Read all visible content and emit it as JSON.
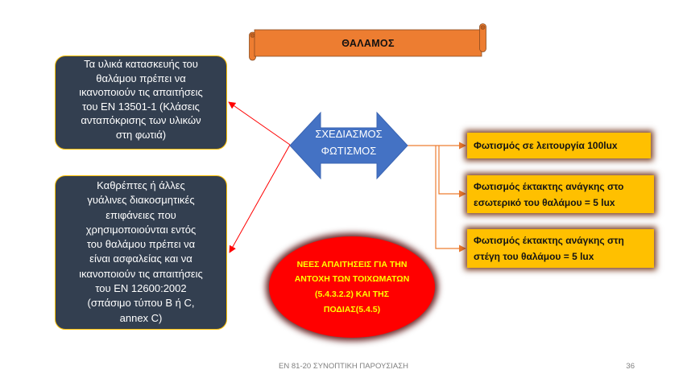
{
  "slide": {
    "title_banner": {
      "label": "ΘΑΛΑΜΟΣ"
    },
    "center_arrow": {
      "lines": [
        "ΣΧΕΔΙΑΣΜΟΣ",
        "ΦΩΤΙΣΜΟΣ"
      ]
    },
    "left_boxes": [
      {
        "lines": [
          "Τα υλικά κατασκευής του",
          "θαλάμου πρέπει να",
          "ικανοποιούν τις απαιτήσεις",
          "του EN 13501-1 (Κλάσεις",
          "ανταπόκρισης των υλικών",
          "στη φωτιά)"
        ]
      },
      {
        "lines": [
          "Καθρέπτες ή άλλες",
          "γυάλινες διακοσμητικές",
          "επιφάνειες που",
          "χρησιμοποιούνται εντός",
          "του θαλάμου πρέπει να",
          "είναι ασφαλείας και να",
          "ικανοποιούν τις απαιτήσεις",
          "του EN 12600:2002",
          "(σπάσιμο τύπου B ή C,",
          "annex C)"
        ]
      }
    ],
    "right_boxes": [
      {
        "lines": [
          "Φωτισμός σε λειτουργία 100lux"
        ]
      },
      {
        "lines": [
          "Φωτισμός έκτακτης ανάγκης στο",
          "εσωτερικό του θαλάμου = 5 lux"
        ]
      },
      {
        "lines": [
          "Φωτισμός έκτακτης ανάγκης στη",
          "στέγη του θαλάμου = 5 lux"
        ]
      }
    ],
    "ellipse_note": {
      "lines": [
        "ΝΕΕΣ ΑΠΑΙΤΗΣΕΙΣ ΓΙΑ ΤΗΝ",
        "ΑΝΤΟΧΗ ΤΩΝ ΤΟΙΧΩΜΑΤΩΝ",
        "(5.4.3.2.2) ΚΑΙ ΤΗΣ",
        "ΠΟΔΙΑΣ(5.4.5)"
      ]
    },
    "footer": {
      "text": "EN 81-20 ΣΥΝΟΠΤΙΚΗ ΠΑΡΟΥΣΙΑΣΗ",
      "page_number": "36"
    }
  },
  "colors": {
    "banner_orange": "#ED7D31",
    "dark_box": "#333F50",
    "box_border": "#FFC000",
    "arrow_blue": "#4472C4",
    "highlight_yellow": "#FFC000",
    "ellipse_red": "#FF0000",
    "ellipse_text": "#FFFF00",
    "red_connector": "#FF0000",
    "orange_connector": "#ED7D31",
    "footer_gray": "#7F7F7F"
  }
}
